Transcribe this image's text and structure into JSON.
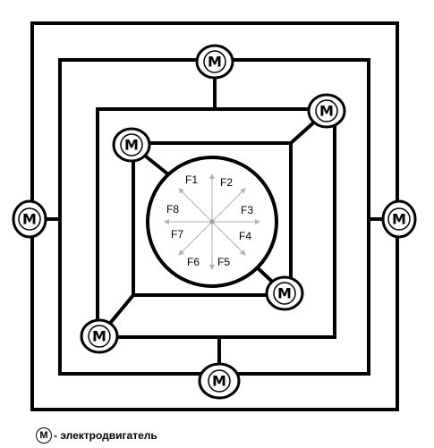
{
  "motor_symbol": "M",
  "forces": {
    "f1": "F1",
    "f2": "F2",
    "f3": "F3",
    "f4": "F4",
    "f5": "F5",
    "f6": "F6",
    "f7": "F7",
    "f8": "F8"
  },
  "legend": {
    "symbol": "M",
    "text": "- электродвигатель"
  }
}
